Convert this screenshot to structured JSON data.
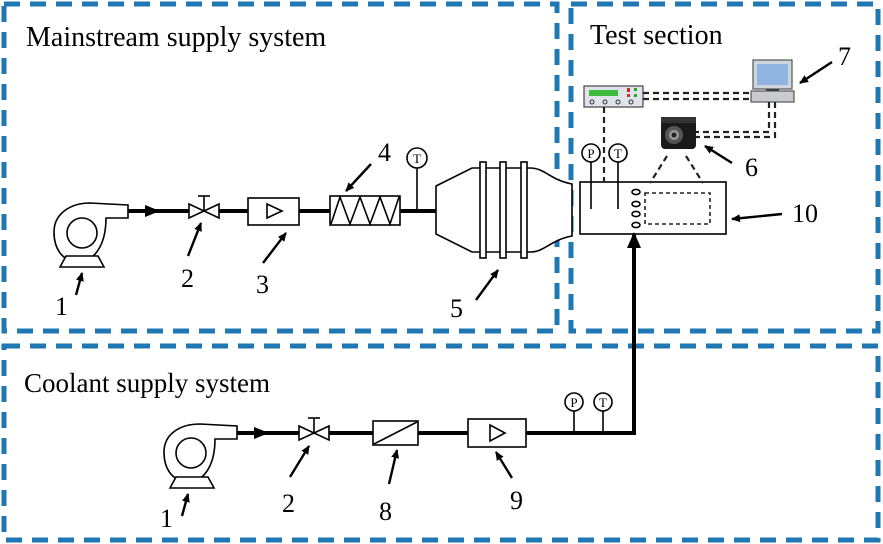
{
  "sections": {
    "mainstream": {
      "title": "Mainstream supply system"
    },
    "test": {
      "title": "Test section"
    },
    "coolant": {
      "title": "Coolant supply system"
    }
  },
  "gauges": {
    "pressure": "P",
    "temperature": "T"
  },
  "labels": {
    "main_blower": "1",
    "main_valve": "2",
    "main_flowmeter": "3",
    "main_heater": "4",
    "settling_chamber": "5",
    "ir_camera": "6",
    "computer": "7",
    "coolant_blower": "1",
    "coolant_valve": "2",
    "coolant_cooler": "8",
    "coolant_flowmeter": "9",
    "test_plate": "10"
  },
  "colors": {
    "section_border": "#1f77b4",
    "pipe": "#000000"
  }
}
